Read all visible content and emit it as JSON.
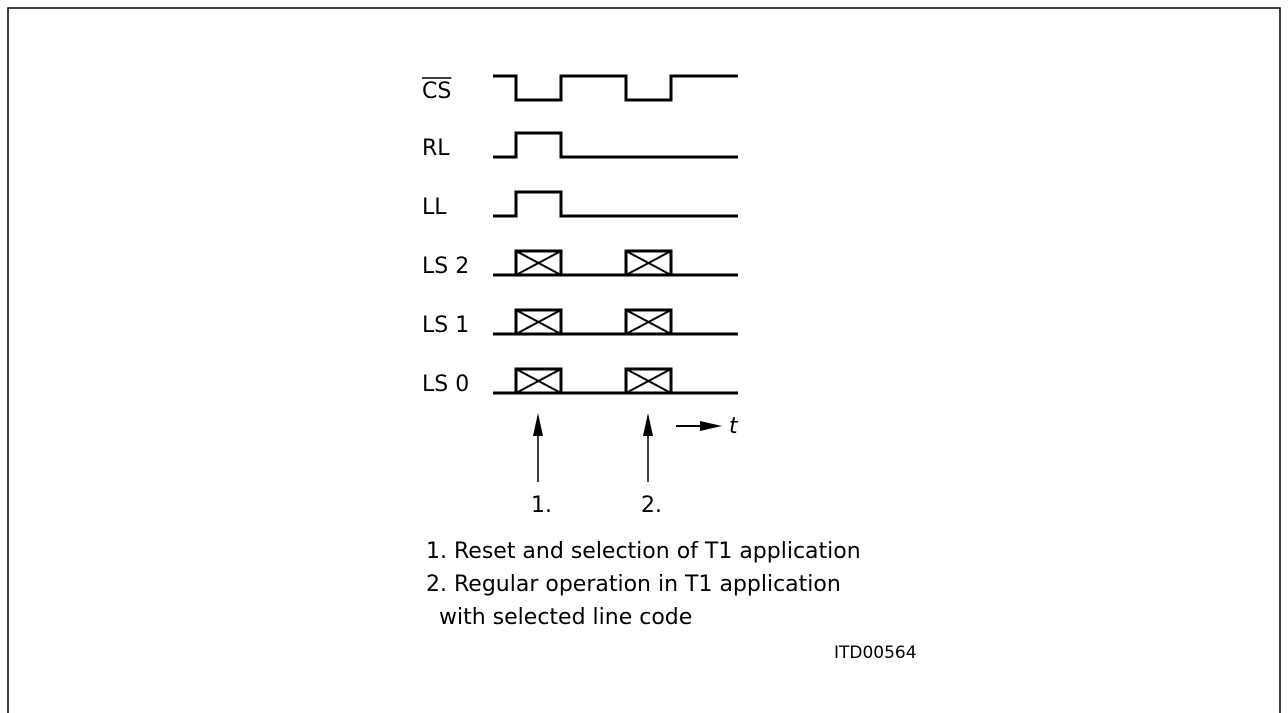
{
  "signals": [
    {
      "name": "CS",
      "overline": true,
      "type": "level",
      "levels": [
        1,
        0,
        1,
        0,
        1
      ]
    },
    {
      "name": "RL",
      "overline": false,
      "type": "level",
      "levels": [
        0,
        1,
        0,
        0,
        0
      ]
    },
    {
      "name": "LL",
      "overline": false,
      "type": "level",
      "levels": [
        0,
        1,
        0,
        0,
        0
      ]
    },
    {
      "name": "LS 2",
      "overline": false,
      "type": "bus",
      "levels": [
        "line",
        "x",
        "line",
        "x",
        "line"
      ]
    },
    {
      "name": "LS 1",
      "overline": false,
      "type": "bus",
      "levels": [
        "line",
        "x",
        "line",
        "x",
        "line"
      ]
    },
    {
      "name": "LS 0",
      "overline": false,
      "type": "bus",
      "levels": [
        "line",
        "x",
        "line",
        "x",
        "line"
      ]
    }
  ],
  "time_axis_label": "t",
  "markers": [
    {
      "label": "1."
    },
    {
      "label": "2."
    }
  ],
  "notes": [
    "1. Reset and selection of T1 application",
    "2. Regular operation in T1 application",
    "with selected line code"
  ],
  "figure_code": "ITD00564"
}
